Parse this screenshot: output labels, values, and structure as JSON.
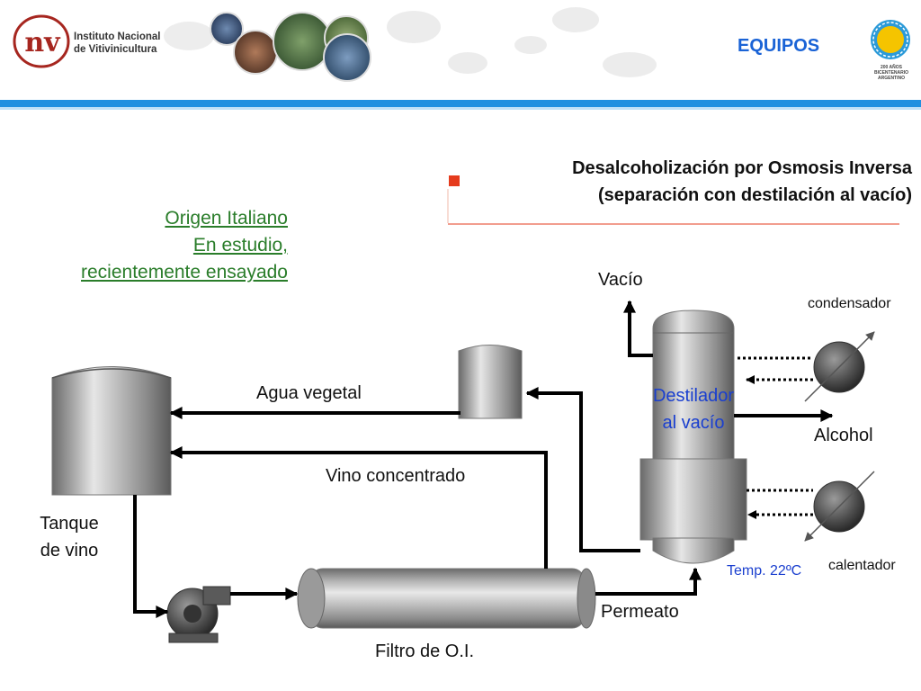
{
  "header": {
    "org_line1": "Instituto Nacional",
    "org_line2": "de Vitivinicultura",
    "logo_text": "nv",
    "section_title": "EQUIPOS",
    "bicentenario_line1": "200 AÑOS",
    "bicentenario_line2": "BICENTENARIO",
    "bicentenario_line3": "ARGENTINO"
  },
  "colors": {
    "accent_blue": "#1f8fe0",
    "title_blue": "#1a63d6",
    "origin_green": "#2a7d2a",
    "logo_red": "#a6261f",
    "bullet_red": "#e53b1d",
    "label_blue": "#1a3fcf"
  },
  "origin": {
    "line1": "Origen Italiano",
    "line2": "En estudio,",
    "line3": "recientemente ensayado"
  },
  "title": {
    "line1": "Desalcoholización por Osmosis Inversa",
    "line2": "(separación con destilación al vacío)"
  },
  "diagram": {
    "vacio": "Vacío",
    "condensador": "condensador",
    "agua_vegetal": "Agua vegetal",
    "destilador_line1": "Destilador",
    "destilador_line2": "al vacío",
    "alcohol": "Alcohol",
    "vino_concentrado": "Vino concentrado",
    "tanque_line1": "Tanque",
    "tanque_line2": "de vino",
    "temp": "Temp. 22ºC",
    "calentador": "calentador",
    "permeato": "Permeato",
    "filtro": "Filtro de O.I."
  }
}
